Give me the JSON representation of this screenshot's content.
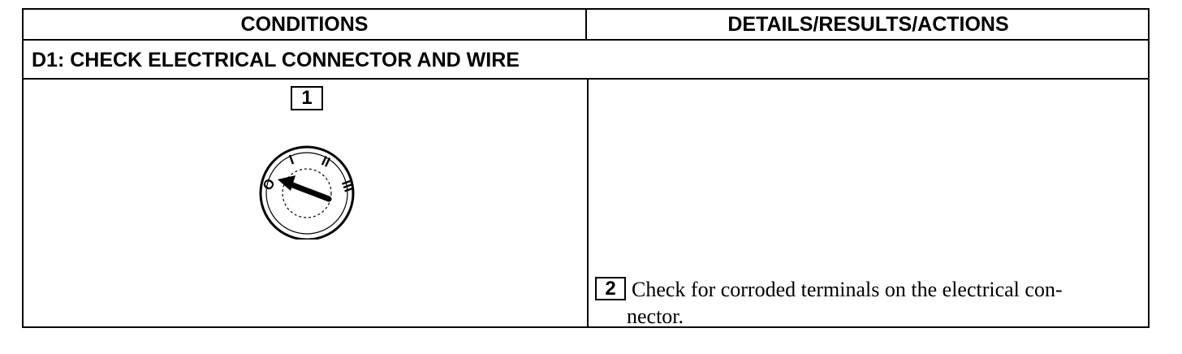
{
  "table": {
    "headers": {
      "conditions": "CONDITIONS",
      "details": "DETAILS/RESULTS/ACTIONS"
    },
    "section_title": "D1: CHECK ELECTRICAL CONNECTOR AND WIRE",
    "step1": {
      "number": "1",
      "dial_labels": [
        "O",
        "I",
        "II",
        "III"
      ]
    },
    "step2": {
      "number": "2",
      "text_line1": "Check for corroded terminals on the electrical con-",
      "text_line2": "nector."
    }
  }
}
